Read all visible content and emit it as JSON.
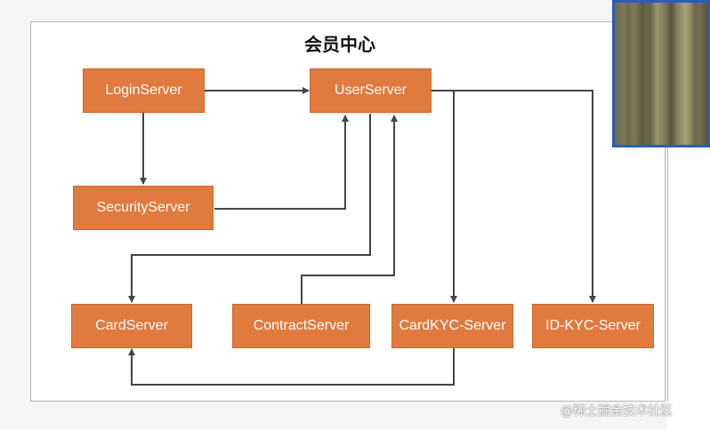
{
  "title": "会员中心",
  "nodes": {
    "login": "LoginServer",
    "user": "UserServer",
    "security": "SecurityServer",
    "card": "CardServer",
    "contract": "ContractServer",
    "cardkyc": "CardKYC-Server",
    "idkyc": "ID-KYC-Server"
  },
  "colors": {
    "node_fill": "#e07a3e",
    "edge": "#444444"
  },
  "edges": [
    {
      "from": "LoginServer",
      "to": "UserServer"
    },
    {
      "from": "LoginServer",
      "to": "SecurityServer"
    },
    {
      "from": "SecurityServer",
      "to": "UserServer"
    },
    {
      "from": "UserServer",
      "to": "CardServer"
    },
    {
      "from": "ContractServer",
      "to": "UserServer"
    },
    {
      "from": "UserServer",
      "to": "CardKYC-Server"
    },
    {
      "from": "UserServer",
      "to": "ID-KYC-Server"
    },
    {
      "from": "CardKYC-Server",
      "to": "CardServer"
    }
  ],
  "watermark": "@稀土掘金技术社区"
}
